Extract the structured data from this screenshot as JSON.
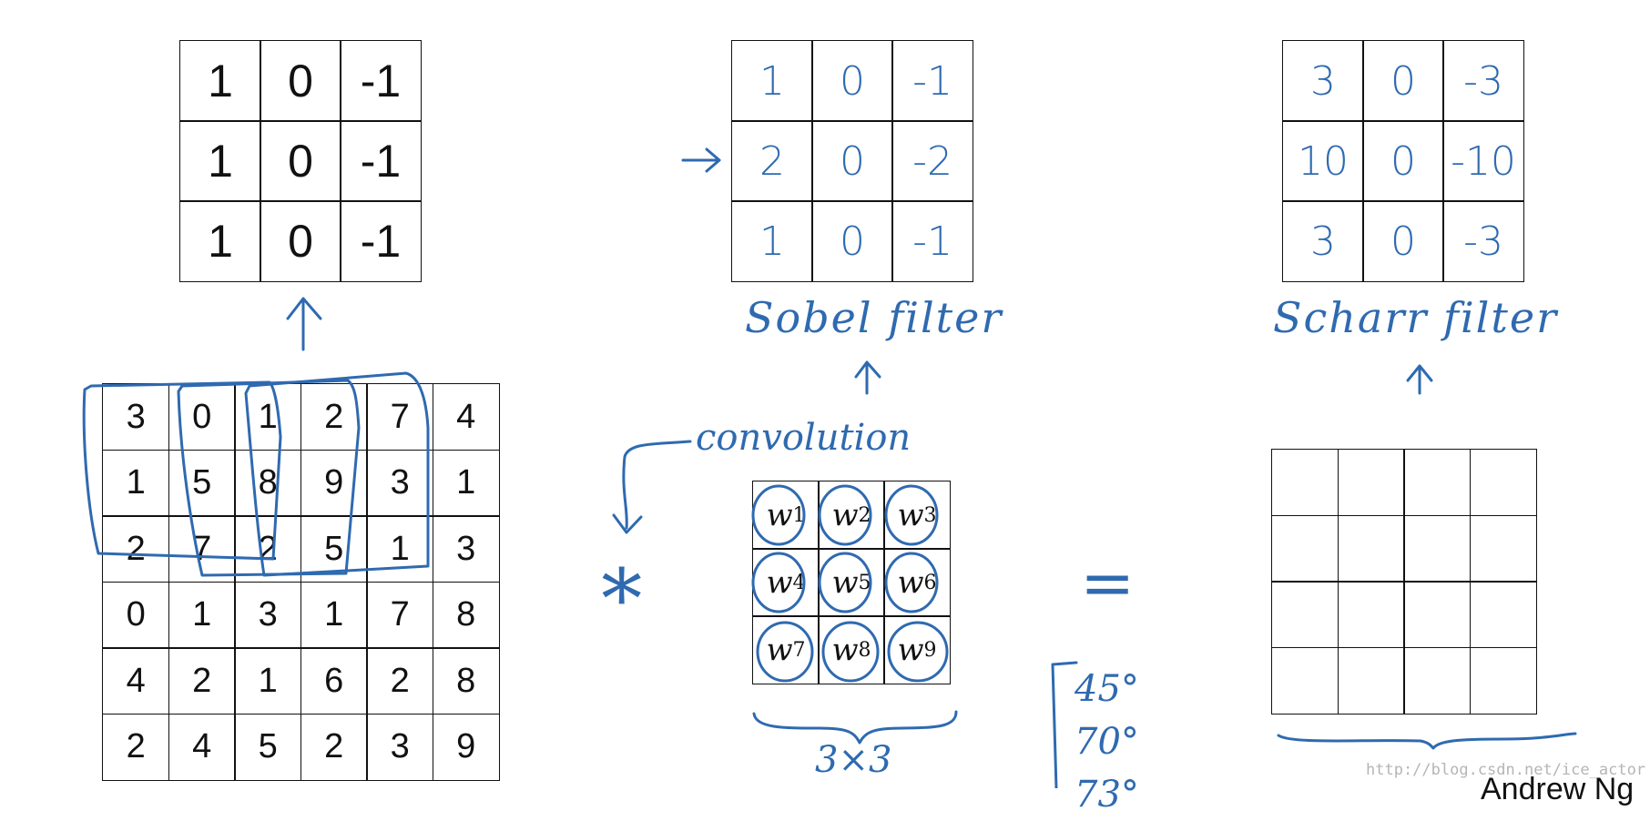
{
  "vertical_filter": [
    [
      "1",
      "0",
      "-1"
    ],
    [
      "1",
      "0",
      "-1"
    ],
    [
      "1",
      "0",
      "-1"
    ]
  ],
  "sobel_filter": {
    "values": [
      [
        "1",
        "0",
        "-1"
      ],
      [
        "2",
        "0",
        "-2"
      ],
      [
        "1",
        "0",
        "-1"
      ]
    ],
    "label": "Sobel filter"
  },
  "scharr_filter": {
    "values": [
      [
        "3",
        "0",
        "-3"
      ],
      [
        "10",
        "0",
        "-10"
      ],
      [
        "3",
        "0",
        "-3"
      ]
    ],
    "label": "Scharr filter"
  },
  "input_image": [
    [
      "3",
      "0",
      "1",
      "2",
      "7",
      "4"
    ],
    [
      "1",
      "5",
      "8",
      "9",
      "3",
      "1"
    ],
    [
      "2",
      "7",
      "2",
      "5",
      "1",
      "3"
    ],
    [
      "0",
      "1",
      "3",
      "1",
      "7",
      "8"
    ],
    [
      "4",
      "2",
      "1",
      "6",
      "2",
      "8"
    ],
    [
      "2",
      "4",
      "5",
      "2",
      "3",
      "9"
    ]
  ],
  "weights": [
    [
      {
        "w": "w",
        "i": "1"
      },
      {
        "w": "w",
        "i": "2"
      },
      {
        "w": "w",
        "i": "3"
      }
    ],
    [
      {
        "w": "w",
        "i": "4"
      },
      {
        "w": "w",
        "i": "5"
      },
      {
        "w": "w",
        "i": "6"
      }
    ],
    [
      {
        "w": "w",
        "i": "7"
      },
      {
        "w": "w",
        "i": "8"
      },
      {
        "w": "w",
        "i": "9"
      }
    ]
  ],
  "output_size": {
    "rows": 4,
    "cols": 4
  },
  "annotations": {
    "convolution": "convolution",
    "conv_symbol": "∗",
    "equals": "=",
    "size": "3×3",
    "angles": [
      "45°",
      "70°",
      "73°"
    ]
  },
  "watermark": "http://blog.csdn.net/ice_actor",
  "author": "Andrew Ng",
  "colors": {
    "ink": "#2f6ab0",
    "grid": "#111111"
  }
}
